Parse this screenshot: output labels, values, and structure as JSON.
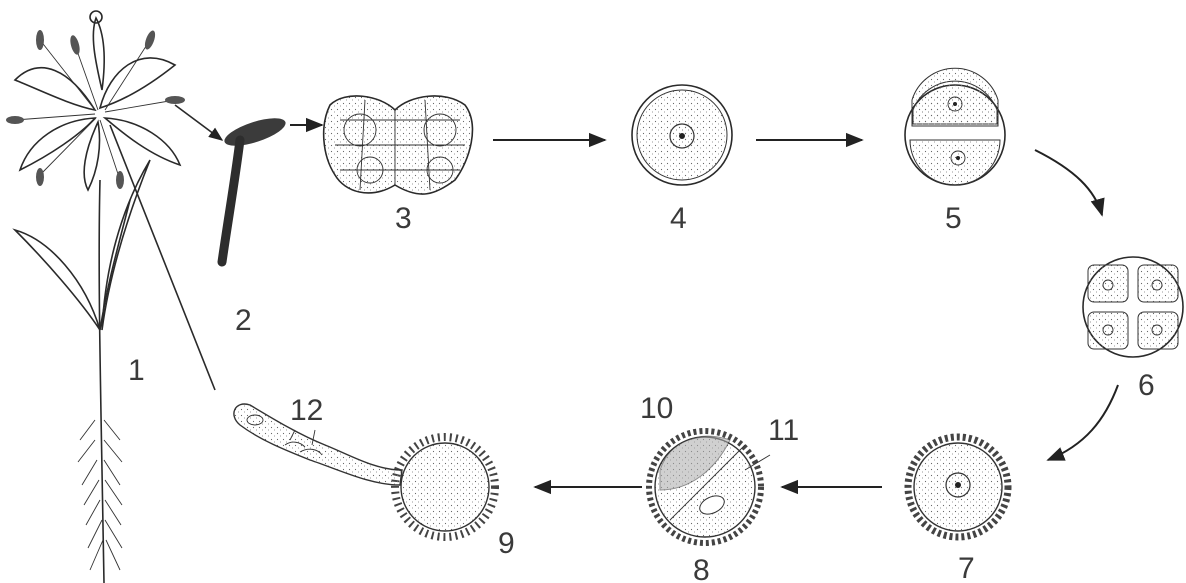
{
  "labels": {
    "l1": "1",
    "l2": "2",
    "l3": "3",
    "l4": "4",
    "l5": "5",
    "l6": "6",
    "l7": "7",
    "l8": "8",
    "l9": "9",
    "l10": "10",
    "l11": "11",
    "l12": "12"
  },
  "colors": {
    "ink": "#2a2a2a",
    "label": "#3a3a3a",
    "background": "#ffffff"
  }
}
